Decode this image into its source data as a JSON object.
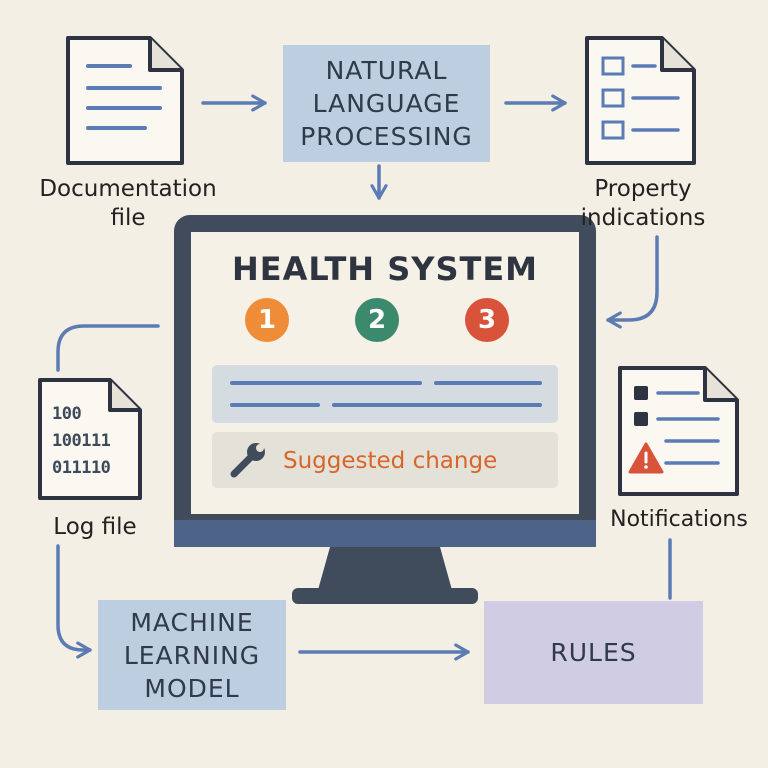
{
  "diagram": {
    "nlp": {
      "label": "NATURAL\nLANGUAGE\nPROCESSING"
    },
    "documentation": {
      "label": "Documentation\nfile"
    },
    "property": {
      "label": "Property\nindications"
    },
    "monitor": {
      "title": "HEALTH SYSTEM",
      "steps": [
        "1",
        "2",
        "3"
      ],
      "suggested_change": "Suggested change"
    },
    "log": {
      "label": "Log file",
      "binary": [
        "100",
        "100111",
        "011110"
      ]
    },
    "notifications": {
      "label": "Notifications"
    },
    "ml": {
      "label": "MACHINE\nLEARNING\nMODEL"
    },
    "rules": {
      "label": "RULES"
    },
    "colors": {
      "background": "#f4efe4",
      "box_blue": "#bccedf",
      "box_lavender": "#cfcce3",
      "arrow": "#5b7bb5",
      "monitor_frame": "#404b5c",
      "step_orange": "#ee8c37",
      "step_green": "#3b8a6e",
      "step_red": "#d9523a",
      "accent_text": "#d8652a"
    }
  }
}
